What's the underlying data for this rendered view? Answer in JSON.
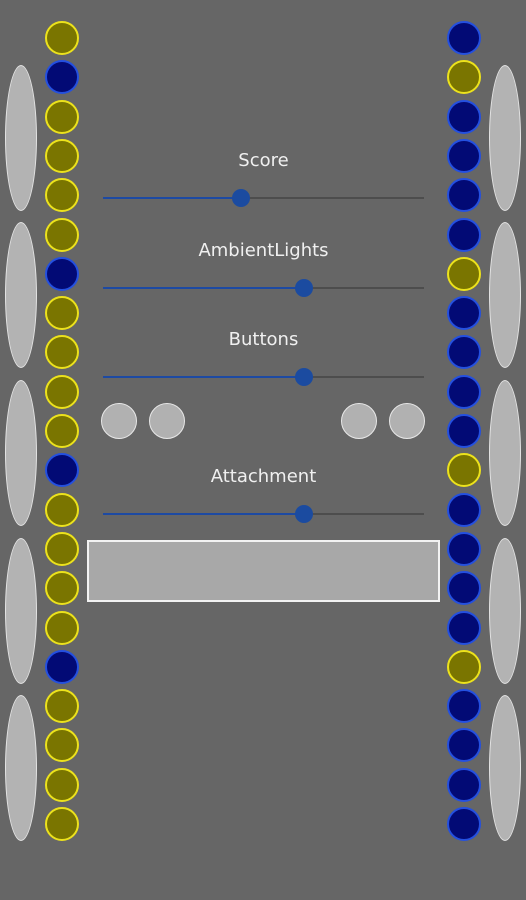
{
  "sliders": [
    {
      "label": "Score",
      "value": 0.43
    },
    {
      "label": "AmbientLights",
      "value": 0.625
    },
    {
      "label": "Buttons",
      "value": 0.625
    },
    {
      "label": "Attachment",
      "value": 0.625
    }
  ],
  "indicator_colors": {
    "yellow_fill": "#7a7500",
    "yellow_border": "#ece21c",
    "blue_fill": "#020a75",
    "blue_border": "#2450e0"
  },
  "left_column": [
    "yellow",
    "blue",
    "yellow",
    "yellow",
    "yellow",
    "yellow",
    "blue",
    "yellow",
    "yellow",
    "yellow",
    "yellow",
    "blue",
    "yellow",
    "yellow",
    "yellow",
    "yellow",
    "blue",
    "yellow",
    "yellow",
    "yellow",
    "yellow"
  ],
  "right_column": [
    "blue",
    "yellow",
    "blue",
    "blue",
    "blue",
    "blue",
    "yellow",
    "blue",
    "blue",
    "blue",
    "blue",
    "yellow",
    "blue",
    "blue",
    "blue",
    "blue",
    "yellow",
    "blue",
    "blue",
    "blue",
    "blue"
  ]
}
